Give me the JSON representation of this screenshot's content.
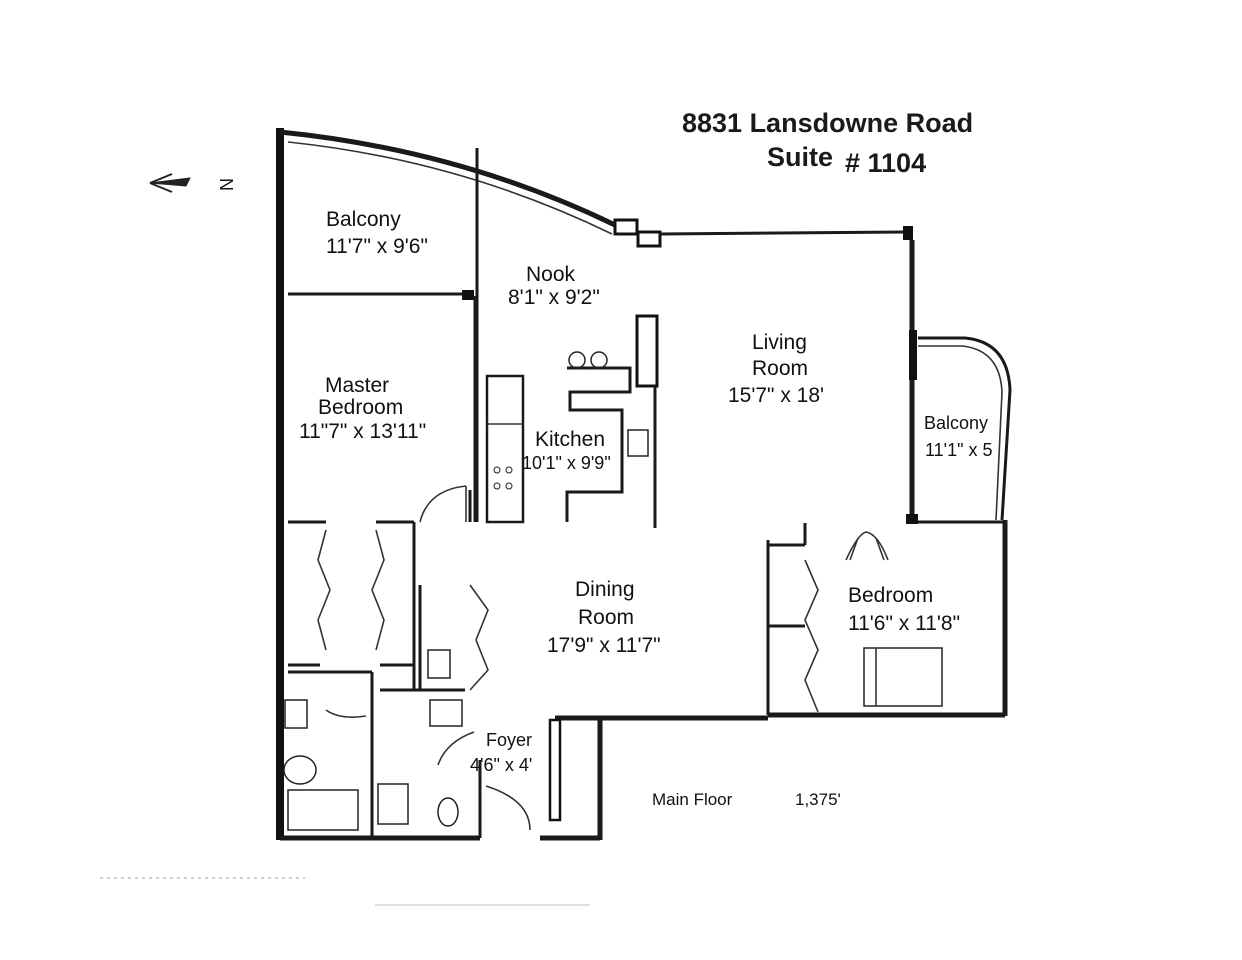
{
  "title": {
    "line1": "8831 Lansdowne Road",
    "line2_suite": "Suite",
    "line2_number": "# 1104"
  },
  "compass": {
    "letter": "N"
  },
  "rooms": {
    "balcony_top": {
      "name": "Balcony",
      "dims": "11'7\" x 9'6\""
    },
    "nook": {
      "name": "Nook",
      "dims": "8'1\" x 9'2\""
    },
    "living": {
      "name_line1": "Living",
      "name_line2": "Room",
      "dims": "15'7\" x 18'"
    },
    "master": {
      "name_line1": "Master",
      "name_line2": "Bedroom",
      "dims": "11\"7\" x 13'11\""
    },
    "kitchen": {
      "name": "Kitchen",
      "dims": "10'1\" x 9'9\""
    },
    "balcony_right": {
      "name": "Balcony",
      "dims": "11'1\" x 5"
    },
    "dining": {
      "name_line1": "Dining",
      "name_line2": "Room",
      "dims": "17'9\" x 11'7\""
    },
    "bedroom": {
      "name": "Bedroom",
      "dims": "11'6\" x 11'8\""
    },
    "foyer": {
      "name": "Foyer",
      "dims": "4'6\" x 4'"
    }
  },
  "footer": {
    "floor_label": "Main Floor",
    "area": "1,375'"
  }
}
